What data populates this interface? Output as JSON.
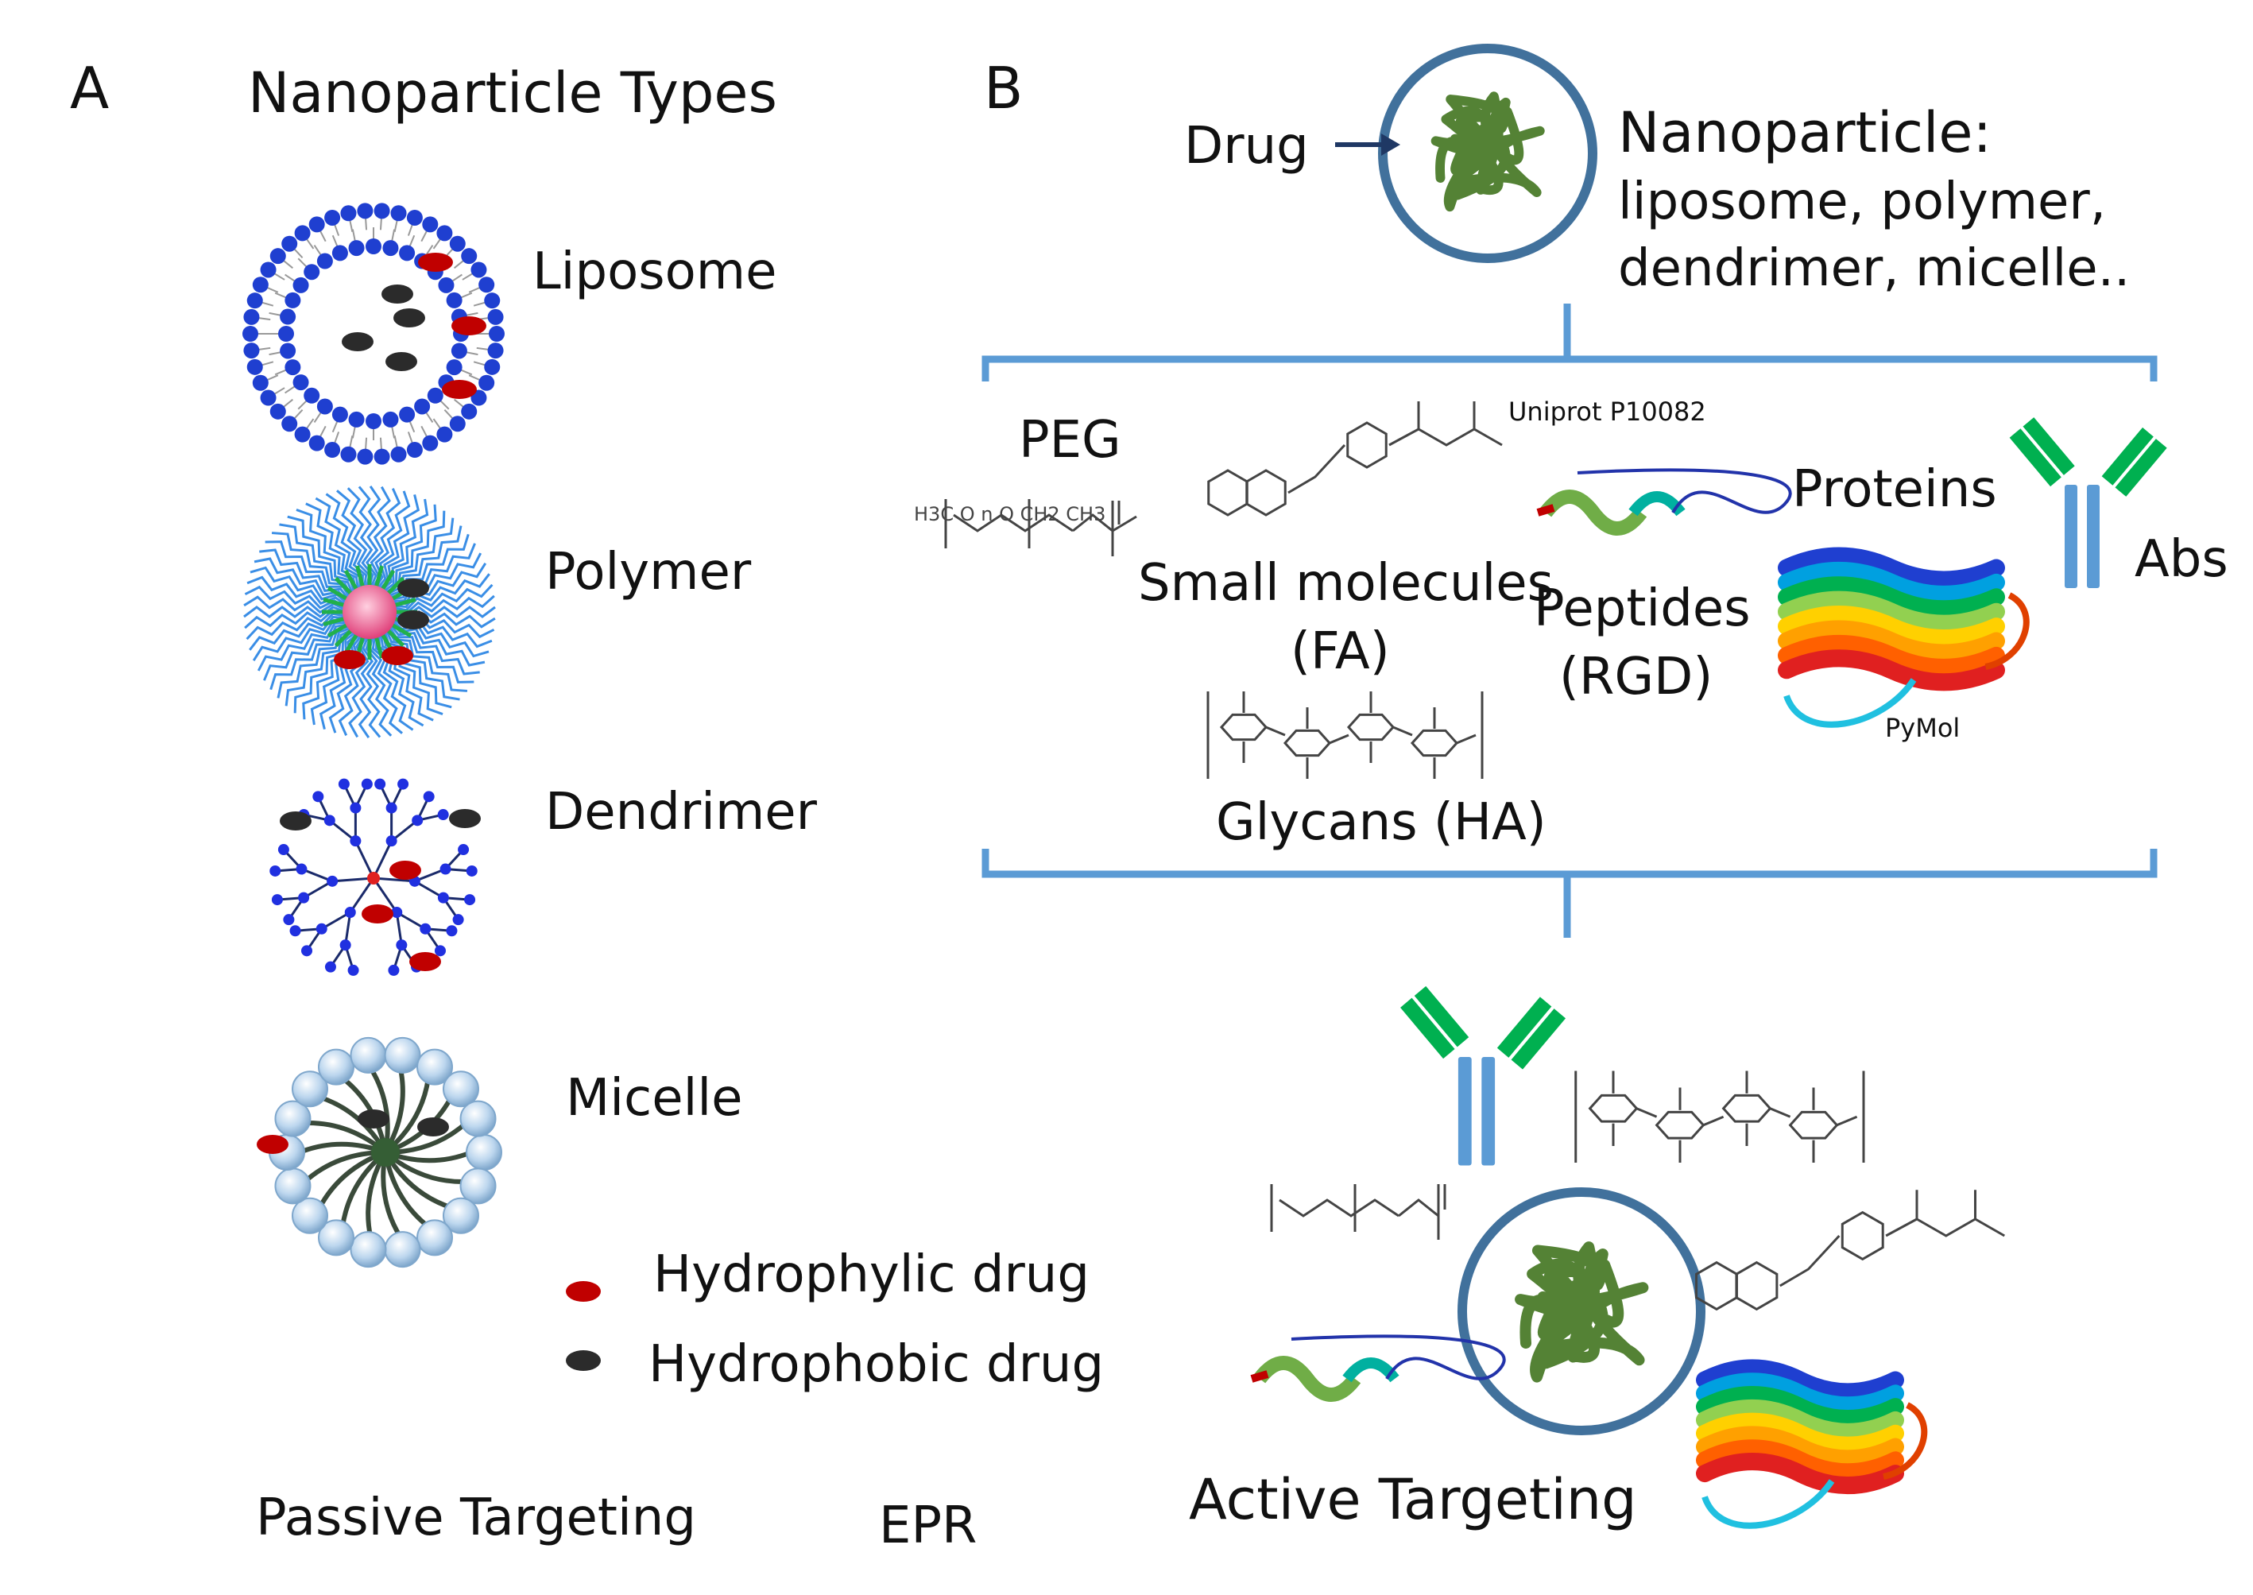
{
  "panel_a": {
    "letter": "A",
    "title": "Nanoparticle Types",
    "types": [
      "Liposome",
      "Polymer",
      "Dendrimer",
      "Micelle"
    ],
    "legend": [
      "Hydrophylic drug",
      "Hydrophobic drug"
    ],
    "footer": [
      "Passive Targeting",
      "EPR"
    ]
  },
  "panel_b": {
    "letter": "B",
    "drug_label": "Drug",
    "np_title": "Nanoparticle:",
    "np_line2": "liposome, polymer,",
    "np_line3": "dendrimer, micelle..",
    "peg": "PEG",
    "small_mol_1": "Small molecules",
    "small_mol_2": "(FA)",
    "uniprot": "Uniprot P10082",
    "peptides_1": "Peptides",
    "peptides_2": "(RGD)",
    "proteins": "Proteins",
    "abs": "Abs",
    "pymol": "PyMol",
    "glycans": "Glycans (HA)",
    "active": "Active Targeting"
  },
  "colors": {
    "hydrophilic": "#c00000",
    "hydrophobic": "#2b2b2b",
    "np_outline": "#41719c",
    "drug_green": "#548235",
    "bracket": "#5b9bd5",
    "antibody_stem": "#5b9bd5",
    "antibody_arm": "#00b050"
  }
}
